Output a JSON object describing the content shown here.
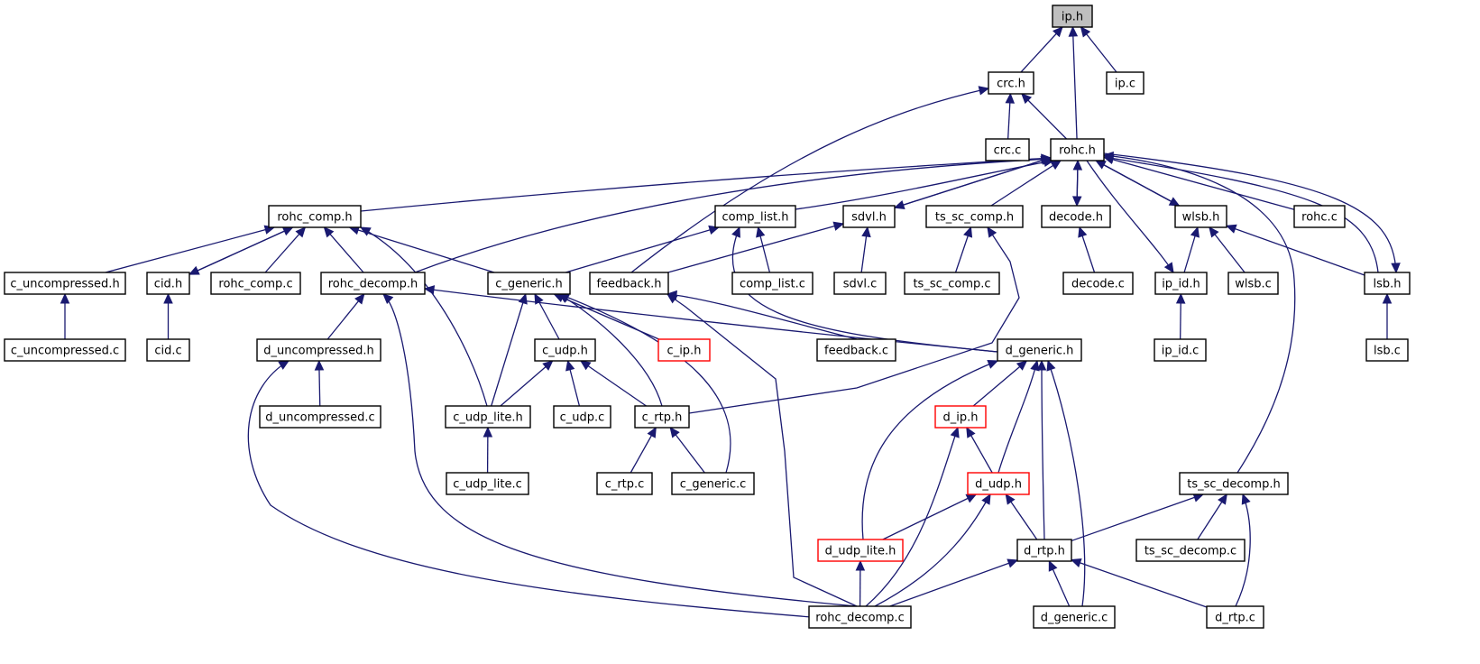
{
  "colors": {
    "edge": "#191970",
    "node_border": "#000000",
    "incomplete_border": "#ff0000",
    "root_fill": "#bfbfbf",
    "node_fill": "#ffffff"
  },
  "nodes": [
    {
      "id": "ip_h",
      "label": "ip.h",
      "style": "root"
    },
    {
      "id": "crc_h",
      "label": "crc.h"
    },
    {
      "id": "ip_c",
      "label": "ip.c"
    },
    {
      "id": "crc_c",
      "label": "crc.c"
    },
    {
      "id": "rohc_h",
      "label": "rohc.h"
    },
    {
      "id": "rohc_comp_h",
      "label": "rohc_comp.h"
    },
    {
      "id": "comp_list_h",
      "label": "comp_list.h"
    },
    {
      "id": "sdvl_h",
      "label": "sdvl.h"
    },
    {
      "id": "ts_sc_comp_h",
      "label": "ts_sc_comp.h"
    },
    {
      "id": "decode_h",
      "label": "decode.h"
    },
    {
      "id": "wlsb_h",
      "label": "wlsb.h"
    },
    {
      "id": "rohc_c",
      "label": "rohc.c"
    },
    {
      "id": "c_uncompressed_h",
      "label": "c_uncompressed.h"
    },
    {
      "id": "cid_h",
      "label": "cid.h"
    },
    {
      "id": "rohc_comp_c",
      "label": "rohc_comp.c"
    },
    {
      "id": "rohc_decomp_h",
      "label": "rohc_decomp.h"
    },
    {
      "id": "c_generic_h",
      "label": "c_generic.h"
    },
    {
      "id": "feedback_h",
      "label": "feedback.h"
    },
    {
      "id": "comp_list_c",
      "label": "comp_list.c"
    },
    {
      "id": "sdvl_c",
      "label": "sdvl.c"
    },
    {
      "id": "ts_sc_comp_c",
      "label": "ts_sc_comp.c"
    },
    {
      "id": "decode_c",
      "label": "decode.c"
    },
    {
      "id": "ip_id_h",
      "label": "ip_id.h"
    },
    {
      "id": "wlsb_c",
      "label": "wlsb.c"
    },
    {
      "id": "lsb_h",
      "label": "lsb.h"
    },
    {
      "id": "c_uncompressed_c",
      "label": "c_uncompressed.c"
    },
    {
      "id": "cid_c",
      "label": "cid.c"
    },
    {
      "id": "d_uncompressed_h",
      "label": "d_uncompressed.h"
    },
    {
      "id": "c_udp_h",
      "label": "c_udp.h"
    },
    {
      "id": "c_ip_h",
      "label": "c_ip.h",
      "style": "incomplete"
    },
    {
      "id": "feedback_c",
      "label": "feedback.c"
    },
    {
      "id": "d_generic_h",
      "label": "d_generic.h"
    },
    {
      "id": "ip_id_c",
      "label": "ip_id.c"
    },
    {
      "id": "lsb_c",
      "label": "lsb.c"
    },
    {
      "id": "d_uncompressed_c",
      "label": "d_uncompressed.c"
    },
    {
      "id": "c_udp_lite_h",
      "label": "c_udp_lite.h"
    },
    {
      "id": "c_udp_c",
      "label": "c_udp.c"
    },
    {
      "id": "c_rtp_h",
      "label": "c_rtp.h"
    },
    {
      "id": "d_ip_h",
      "label": "d_ip.h",
      "style": "incomplete"
    },
    {
      "id": "c_udp_lite_c",
      "label": "c_udp_lite.c"
    },
    {
      "id": "c_rtp_c",
      "label": "c_rtp.c"
    },
    {
      "id": "c_generic_c",
      "label": "c_generic.c"
    },
    {
      "id": "d_udp_h",
      "label": "d_udp.h",
      "style": "incomplete"
    },
    {
      "id": "ts_sc_decomp_h",
      "label": "ts_sc_decomp.h"
    },
    {
      "id": "d_udp_lite_h",
      "label": "d_udp_lite.h",
      "style": "incomplete"
    },
    {
      "id": "d_rtp_h",
      "label": "d_rtp.h"
    },
    {
      "id": "ts_sc_decomp_c",
      "label": "ts_sc_decomp.c"
    },
    {
      "id": "rohc_decomp_c",
      "label": "rohc_decomp.c"
    },
    {
      "id": "d_generic_c",
      "label": "d_generic.c"
    },
    {
      "id": "d_rtp_c",
      "label": "d_rtp.c"
    }
  ],
  "edges": [
    {
      "from": "crc_h",
      "to": "ip_h"
    },
    {
      "from": "ip_c",
      "to": "ip_h"
    },
    {
      "from": "rohc_h",
      "to": "ip_h"
    },
    {
      "from": "crc_c",
      "to": "crc_h"
    },
    {
      "from": "rohc_h",
      "to": "crc_h"
    },
    {
      "from": "feedback_h",
      "to": "crc_h"
    },
    {
      "from": "rohc_comp_h",
      "to": "rohc_h"
    },
    {
      "from": "comp_list_h",
      "to": "rohc_h"
    },
    {
      "from": "sdvl_h",
      "to": "rohc_h"
    },
    {
      "from": "rohc_h",
      "to": "sdvl_h"
    },
    {
      "from": "ts_sc_comp_h",
      "to": "rohc_h"
    },
    {
      "from": "decode_h",
      "to": "rohc_h"
    },
    {
      "from": "rohc_h",
      "to": "decode_h"
    },
    {
      "from": "wlsb_h",
      "to": "rohc_h"
    },
    {
      "from": "rohc_h",
      "to": "wlsb_h"
    },
    {
      "from": "rohc_c",
      "to": "rohc_h"
    },
    {
      "from": "lsb_h",
      "to": "rohc_h"
    },
    {
      "from": "rohc_h",
      "to": "lsb_h"
    },
    {
      "from": "rohc_decomp_h",
      "to": "rohc_h"
    },
    {
      "from": "rohc_h",
      "to": "ip_id_h"
    },
    {
      "from": "ts_sc_decomp_h",
      "to": "rohc_h"
    },
    {
      "from": "c_uncompressed_h",
      "to": "rohc_comp_h"
    },
    {
      "from": "cid_h",
      "to": "rohc_comp_h"
    },
    {
      "from": "rohc_comp_h",
      "to": "cid_h"
    },
    {
      "from": "rohc_comp_c",
      "to": "rohc_comp_h"
    },
    {
      "from": "rohc_decomp_h",
      "to": "rohc_comp_h"
    },
    {
      "from": "c_generic_h",
      "to": "rohc_comp_h"
    },
    {
      "from": "c_udp_lite_h",
      "to": "rohc_comp_h"
    },
    {
      "from": "c_generic_h",
      "to": "comp_list_h"
    },
    {
      "from": "comp_list_c",
      "to": "comp_list_h"
    },
    {
      "from": "d_generic_h",
      "to": "comp_list_h"
    },
    {
      "from": "feedback_h",
      "to": "sdvl_h"
    },
    {
      "from": "sdvl_c",
      "to": "sdvl_h"
    },
    {
      "from": "ts_sc_comp_c",
      "to": "ts_sc_comp_h"
    },
    {
      "from": "c_rtp_h",
      "to": "ts_sc_comp_h"
    },
    {
      "from": "decode_c",
      "to": "decode_h"
    },
    {
      "from": "ip_id_h",
      "to": "wlsb_h"
    },
    {
      "from": "wlsb_c",
      "to": "wlsb_h"
    },
    {
      "from": "lsb_h",
      "to": "wlsb_h"
    },
    {
      "from": "c_uncompressed_c",
      "to": "c_uncompressed_h"
    },
    {
      "from": "cid_c",
      "to": "cid_h"
    },
    {
      "from": "d_uncompressed_h",
      "to": "rohc_decomp_h"
    },
    {
      "from": "rohc_decomp_c",
      "to": "rohc_decomp_h"
    },
    {
      "from": "d_generic_h",
      "to": "rohc_decomp_h"
    },
    {
      "from": "c_udp_h",
      "to": "c_generic_h"
    },
    {
      "from": "c_ip_h",
      "to": "c_generic_h"
    },
    {
      "from": "c_udp_lite_h",
      "to": "c_generic_h"
    },
    {
      "from": "c_rtp_h",
      "to": "c_generic_h"
    },
    {
      "from": "c_generic_c",
      "to": "c_generic_h"
    },
    {
      "from": "feedback_c",
      "to": "feedback_h"
    },
    {
      "from": "rohc_decomp_c",
      "to": "feedback_h"
    },
    {
      "from": "ip_id_c",
      "to": "ip_id_h"
    },
    {
      "from": "lsb_c",
      "to": "lsb_h"
    },
    {
      "from": "d_uncompressed_c",
      "to": "d_uncompressed_h"
    },
    {
      "from": "rohc_decomp_c",
      "to": "d_uncompressed_h"
    },
    {
      "from": "c_udp_lite_h",
      "to": "c_udp_h"
    },
    {
      "from": "c_udp_c",
      "to": "c_udp_h"
    },
    {
      "from": "c_rtp_h",
      "to": "c_udp_h"
    },
    {
      "from": "d_ip_h",
      "to": "d_generic_h"
    },
    {
      "from": "d_udp_h",
      "to": "d_generic_h"
    },
    {
      "from": "d_udp_lite_h",
      "to": "d_generic_h"
    },
    {
      "from": "d_rtp_h",
      "to": "d_generic_h"
    },
    {
      "from": "d_generic_c",
      "to": "d_generic_h"
    },
    {
      "from": "c_udp_lite_c",
      "to": "c_udp_lite_h"
    },
    {
      "from": "c_rtp_c",
      "to": "c_rtp_h"
    },
    {
      "from": "c_generic_c",
      "to": "c_rtp_h"
    },
    {
      "from": "d_udp_h",
      "to": "d_ip_h"
    },
    {
      "from": "rohc_decomp_c",
      "to": "d_ip_h"
    },
    {
      "from": "d_udp_lite_h",
      "to": "d_udp_h"
    },
    {
      "from": "d_rtp_h",
      "to": "d_udp_h"
    },
    {
      "from": "rohc_decomp_c",
      "to": "d_udp_h"
    },
    {
      "from": "d_rtp_h",
      "to": "ts_sc_decomp_h"
    },
    {
      "from": "ts_sc_decomp_c",
      "to": "ts_sc_decomp_h"
    },
    {
      "from": "d_rtp_c",
      "to": "ts_sc_decomp_h"
    },
    {
      "from": "rohc_decomp_c",
      "to": "d_udp_lite_h"
    },
    {
      "from": "rohc_decomp_c",
      "to": "d_rtp_h"
    },
    {
      "from": "d_generic_c",
      "to": "d_rtp_h"
    },
    {
      "from": "d_rtp_c",
      "to": "d_rtp_h"
    }
  ]
}
